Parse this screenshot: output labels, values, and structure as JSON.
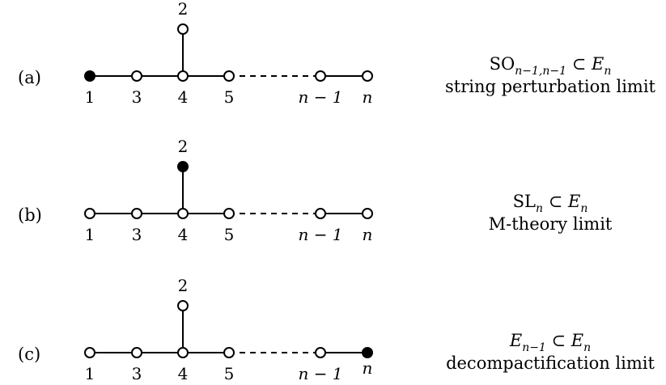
{
  "diagrams": [
    {
      "panel_label": "(a)",
      "top_node_label": "2",
      "bottom_labels": [
        "1",
        "3",
        "4",
        "5",
        "n − 1",
        "n"
      ],
      "filled_node": "1",
      "subgroup_text": "SO",
      "subgroup_sub": "n−1,n−1",
      "subgroup_rel": " ⊂ E",
      "subgroup_rel_sub": "n",
      "limit_text": "string perturbation limit"
    },
    {
      "panel_label": "(b)",
      "top_node_label": "2",
      "bottom_labels": [
        "1",
        "3",
        "4",
        "5",
        "n − 1",
        "n"
      ],
      "filled_node": "2",
      "subgroup_text": "SL",
      "subgroup_sub": "n",
      "subgroup_rel": " ⊂ E",
      "subgroup_rel_sub": "n",
      "limit_text": "M-theory limit"
    },
    {
      "panel_label": "(c)",
      "top_node_label": "2",
      "bottom_labels": [
        "1",
        "3",
        "4",
        "5",
        "n − 1",
        "n"
      ],
      "filled_node": "n",
      "subgroup_text": "E",
      "subgroup_sub": "n−1",
      "subgroup_rel": " ⊂ E",
      "subgroup_rel_sub": "n",
      "limit_text": "decompactification limit"
    }
  ],
  "colors": {
    "stroke": "#000000",
    "filled": "#000000",
    "hollow": "#ffffff"
  }
}
